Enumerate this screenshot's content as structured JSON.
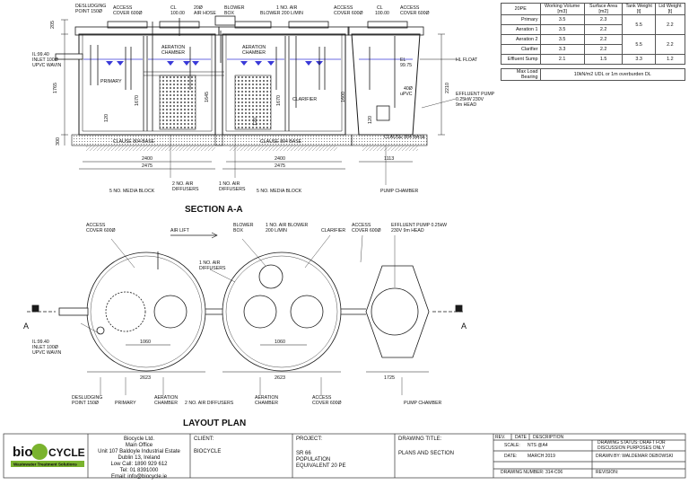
{
  "section_a": {
    "title": "SECTION A-A",
    "labels": {
      "desludging_l1": "DESLUDGING",
      "desludging_l2": "POINT 150Ø",
      "access1_l1": "ACCESS",
      "access1_l2": "COVER 600Ø",
      "cl1_l1": "CL",
      "cl1_l2": "100.00",
      "airhose_l1": "20Ø",
      "airhose_l2": "AIR HOSE",
      "blower_l1": "BLOWER",
      "blower_l2": "BOX",
      "airblower_l1": "1 NO. AIR",
      "airblower_l2": "BLOWER 200 L/MIN",
      "access2_l1": "ACCESS",
      "access2_l2": "COVER 600Ø",
      "cl2_l1": "CL",
      "cl2_l2": "100.00",
      "access3_l1": "ACCESS",
      "access3_l2": "COVER 600Ø",
      "il_l1": "IL:99.40",
      "il_l2": "INLET 100Ø",
      "il_l3": "UPVC WAVIN",
      "aeration1_l1": "AERATION",
      "aeration1_l2": "CHAMBER",
      "aeration2_l1": "AERATION",
      "aeration2_l2": "CHAMBER",
      "primary": "PRIMARY",
      "clarifier": "CLARIFIER",
      "el_l1": "EL",
      "el_l2": "99.75",
      "pipe40_l1": "40Ø",
      "pipe40_l2": "uPVC",
      "hlfloat": "HL FLOAT",
      "pump_l1": "EFFLUENT PUMP",
      "pump_l2": "0.25kW 230V",
      "pump_l3": "9m HEAD",
      "base1": "CLAUSE 804 BASE",
      "base2": "CLAUSE 804 BASE",
      "base3": "CLAUSE 804 BASE",
      "diffusers1_l1": "2 NO. AIR",
      "diffusers1_l2": "DIFFUSERS",
      "media1": "5 NO. MEDIA BLOCK",
      "diffusers2_l1": "1 NO. AIR",
      "diffusers2_l2": "DIFFUSERS",
      "media2": "5 NO. MEDIA BLOCK",
      "pumpchamber": "PUMP CHAMBER"
    },
    "dims": {
      "d205": "205",
      "d1765": "1765",
      "d300": "300",
      "d1670": "1670",
      "d1645": "1645",
      "d120a": "120",
      "d1670b": "1670",
      "d1600": "1600",
      "d120b": "120",
      "d2210": "2210",
      "d120c": "120",
      "w2400a": "2400",
      "w2475a": "2475",
      "w2400b": "2400",
      "w2475b": "2475",
      "w1113": "1113"
    }
  },
  "layout_plan": {
    "title": "LAYOUT PLAN",
    "labels": {
      "access1_l1": "ACCESS",
      "access1_l2": "COVER 600Ø",
      "airlift": "AIR LIFT",
      "blower_l1": "BLOWER",
      "blower_l2": "BOX",
      "airblower_l1": "1 NO. AIR BLOWER",
      "airblower_l2": "200 L/MIN",
      "clarifier": "CLARIFIER",
      "access2_l1": "ACCESS",
      "access2_l2": "COVER 600Ø",
      "pump_l1": "EFFLUENT PUMP 0.25kW",
      "pump_l2": "230V 9m HEAD",
      "diffusers_l1": "1 NO. AIR",
      "diffusers_l2": "DIFFUSERS",
      "il_l1": "IL:99.40",
      "il_l2": "INLET 100Ø",
      "il_l3": "UPVC WAVIN",
      "desludging_l1": "DESLUDGING",
      "desludging_l2": "POINT 150Ø",
      "primary": "PRIMARY",
      "aeration1_l1": "AERATION",
      "aeration1_l2": "CHAMBER",
      "diffusers2": "2 NO. AIR DIFFUSERS",
      "aeration2_l1": "AERATION",
      "aeration2_l2": "CHAMBER",
      "access3_l1": "ACCESS",
      "access3_l2": "COVER 600Ø",
      "pumpchamber": "PUMP CHAMBER",
      "a_left": "A",
      "a_right": "A"
    },
    "dims": {
      "d1060a": "1060",
      "d1060b": "1060",
      "d2623a": "2623",
      "d2623b": "2623",
      "d1725": "1725"
    }
  },
  "spec_table": {
    "header": [
      "20PE",
      "Working Volume [m3]",
      "Surface Area [m2]",
      "Tank Weight [t]",
      "Lid Weight [t]"
    ],
    "rows": [
      {
        "name": "Primary",
        "volume": "3.5",
        "area": "2.3"
      },
      {
        "name": "Aeration 1",
        "volume": "3.5",
        "area": "2.2"
      },
      {
        "name": "Aeration 2",
        "volume": "3.5",
        "area": "2.2"
      },
      {
        "name": "Clarifier",
        "volume": "3.3",
        "area": "2.2"
      },
      {
        "name": "Effluent Sump",
        "volume": "2.1",
        "area": "1.5"
      }
    ],
    "tank_weights": [
      "5.5",
      "5.5",
      "3.3"
    ],
    "lid_weights": [
      "2.2",
      "2.2",
      "1.2"
    ],
    "max_load_label": "Max Load Bearing",
    "max_load_value": "10kN/m2 UDL or 1m overburden DL"
  },
  "title_block": {
    "logo_word_1": "bio",
    "logo_word_2": "CYCLE",
    "logo_tagline": "Wastewater Treatment Solutions",
    "company_lines": [
      "Biocycle Ltd.",
      "Main Office",
      "Unit 107 Baldoyle Industrial Estate",
      "Dublin 13, Ireland",
      "Low Call: 1890 929 612",
      "Tel: 01 8391000",
      "Email: info@biocycle.ie"
    ],
    "client_label": "CLIENT:",
    "client_value": "BIOCYCLE",
    "project_label": "PROJECT:",
    "project_lines": [
      "SR 66",
      "POPULATION",
      "EQUIVALENT 20 PE"
    ],
    "drawing_title_label": "DRAWING TITLE:",
    "drawing_title_value": "PLANS AND SECTION",
    "rev_label": "REV.",
    "date_head": "DATE",
    "description_label": "DESCRIPTION",
    "scale_label": "SCALE:",
    "scale_value": "NTS @A4",
    "date_label": "DATE:",
    "date_value": "MARCH 2019",
    "drawing_number_label": "DRAWING NUMBER:",
    "drawing_number_value": "314-C06",
    "status_l1": "DRAWING STATUS: DRAFT FOR",
    "status_l2": "DISCUSSION PURPOSES ONLY",
    "drawn_by": "DRAWN BY: WALDEMAR DEBOWSKI",
    "revision": "REVISION:"
  },
  "colors": {
    "line": "#1a1a1a",
    "water": "#3a3ad8",
    "base_fill": "#d8d8d8",
    "logo_green": "#7ab32e",
    "logo_dark": "#222222"
  }
}
